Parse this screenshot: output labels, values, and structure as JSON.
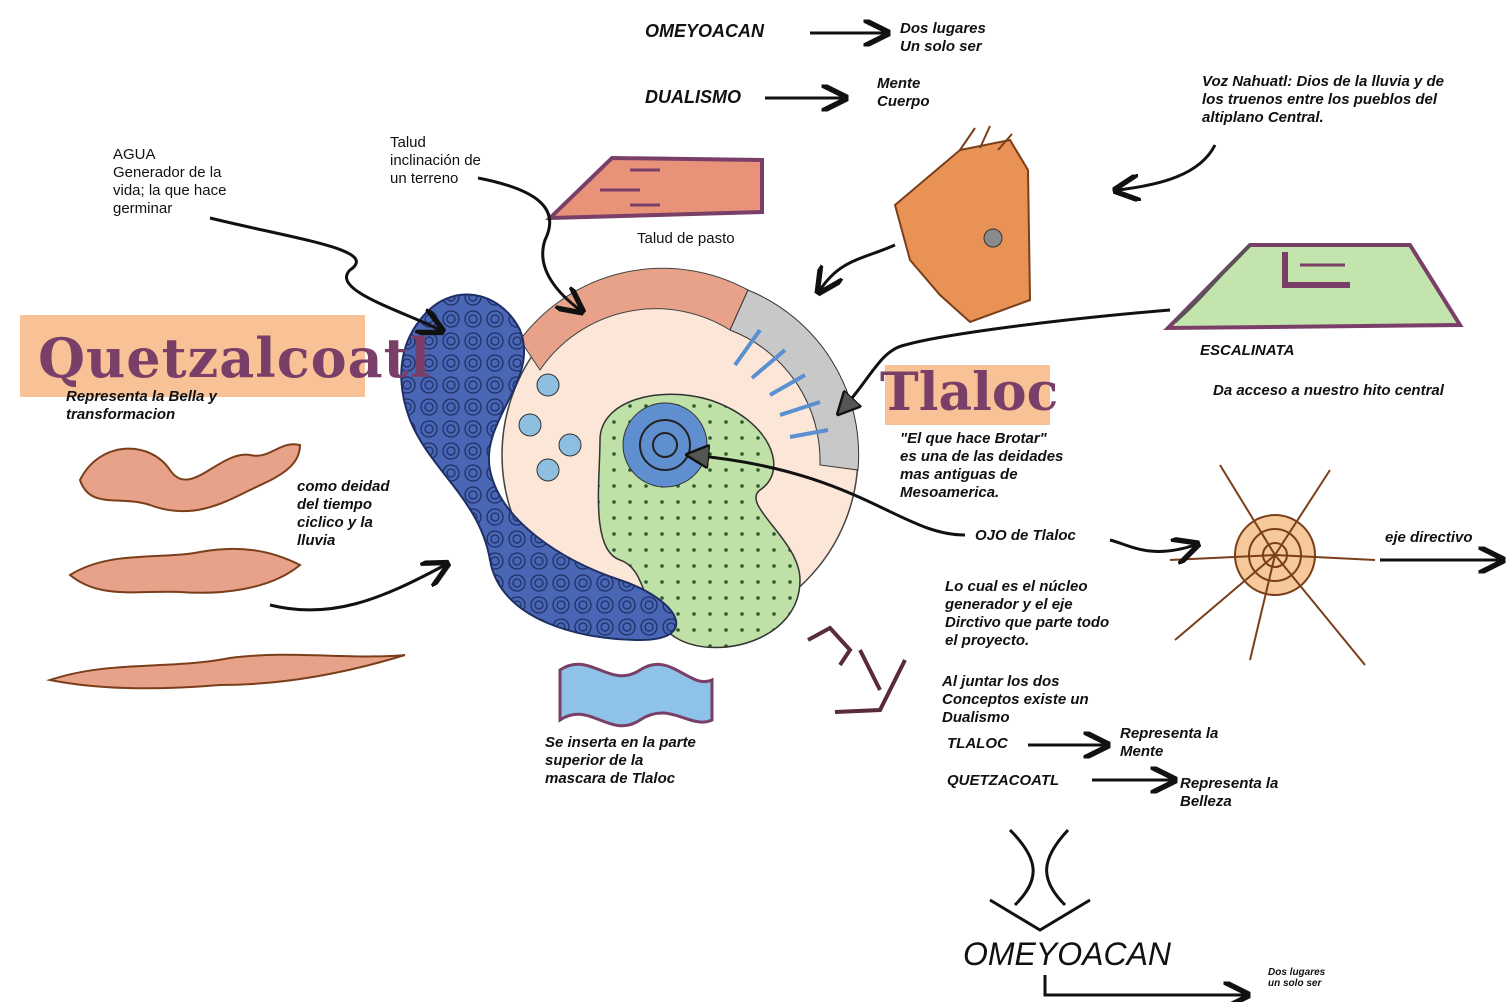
{
  "header": {
    "omeyoacan": {
      "term": "OMEYOACAN",
      "meaning": "Dos lugares\nUn solo ser"
    },
    "dualismo": {
      "term": "DUALISMO",
      "meaning": "Mente\nCuerpo"
    }
  },
  "agua": {
    "title": "AGUA",
    "text": "Generador de la\nvida; la que hace\ngerminar"
  },
  "talud": {
    "text": "Talud\ninclinación de\nun terreno",
    "pasto": "Talud de pasto"
  },
  "nahuatl": {
    "text": "Voz Nahuatl: Dios de la lluvia y de\nlos truenos entre los pueblos del\naltiplano Central."
  },
  "quetzalcoatl": {
    "title": "Quetzalcoatl",
    "desc": "Representa la Bella y\ntransformacion",
    "deity": "como deidad\ndel tiempo\nciclico y la\nlluvia"
  },
  "tlaloc": {
    "title": "Tlaloc",
    "desc": "\"El que hace Brotar\"\nes una de las deidades\nmas antiguas de\nMesoamerica."
  },
  "escalinata": {
    "label": "ESCALINATA",
    "desc": "Da acceso a nuestro hito central"
  },
  "ojo": {
    "label": "OJO de Tlaloc",
    "eje": "eje directivo"
  },
  "nucleo": {
    "text": "Lo cual es el núcleo\ngenerador y el eje\nDirctivo que parte todo\nel proyecto."
  },
  "mascara": {
    "text": "Se inserta en la parte\nsuperior de la\nmascara de Tlaloc"
  },
  "dualismo_summary": {
    "intro": "Al juntar los dos\nConceptos existe un\nDualismo",
    "tlaloc_term": "TLALOC",
    "tlaloc_meaning": "Representa la\nMente",
    "quetz_term": "QUETZACOATL",
    "quetz_meaning": "Representa la\nBelleza"
  },
  "footer": {
    "omeyoacan": "OMEYOACAN",
    "meaning": "Dos lugares\nun solo ser"
  },
  "colors": {
    "blue": "#3d5fa8",
    "lightblue": "#9cc8e8",
    "green": "#b9dc9a",
    "orange": "#f0a468",
    "salmon": "#e79a7f",
    "purple": "#7a3f68",
    "grey": "#8a8a8a"
  }
}
